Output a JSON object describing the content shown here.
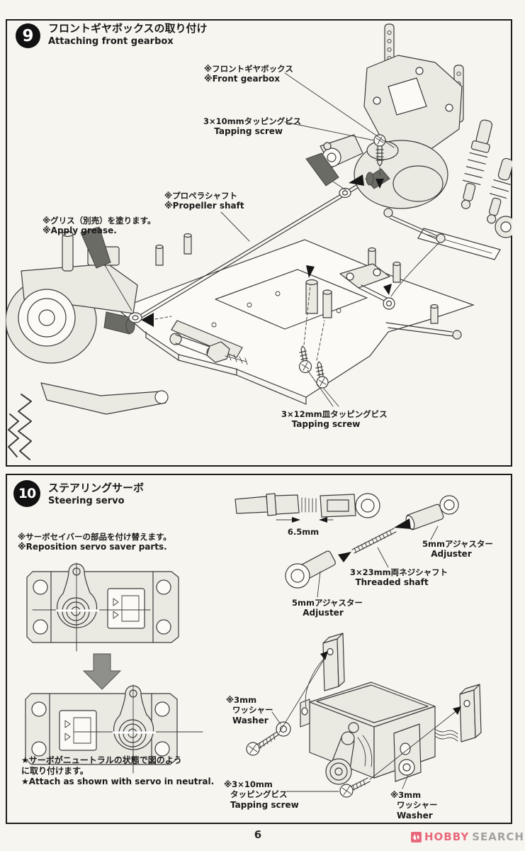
{
  "page": {
    "number": "6"
  },
  "footer": {
    "brand_hobby": "HOBBY",
    "brand_search": "SEARCH",
    "brand_color": "#e8697c",
    "search_color": "#a2a2a2"
  },
  "step9": {
    "number": "9",
    "title_jp": "フロントギヤボックスの取り付け",
    "title_en": "Attaching front gearbox",
    "front_gearbox_jp": "※フロントギヤボックス",
    "front_gearbox_en": "※Front gearbox",
    "screw310_jp": "3×10mmタッピングビス",
    "screw310_en": "Tapping screw",
    "propshaft_jp": "※プロペラシャフト",
    "propshaft_en": "※Propeller shaft",
    "grease_jp": "※グリス（別売）を塗ります。",
    "grease_en": "※Apply grease.",
    "screw312_jp": "3×12mm皿タッピングビス",
    "screw312_en": "Tapping screw"
  },
  "step10": {
    "number": "10",
    "title_jp": "ステアリングサーボ",
    "title_en": "Steering servo",
    "saver_note_jp": "※サーボセイバーの部品を付け替えます。",
    "saver_note_en": "※Reposition servo saver parts.",
    "dim_65": "6.5mm",
    "adjuster_jp": "5mmアジャスター",
    "adjuster_en": "Adjuster",
    "shaft_jp": "3×23mm両ネジシャフト",
    "shaft_en": "Threaded shaft",
    "washer_jp1": "※3mm",
    "washer_jp2": "ワッシャー",
    "washer_en": "Washer",
    "screw_jp1": "※3×10mm",
    "screw_jp2": "タッピングビス",
    "screw_en": "Tapping screw",
    "neutral_jp1": "★サーボがニュートラルの状態で図のよう",
    "neutral_jp2": "に取り付けます。",
    "neutral_en": "★Attach as shown with servo in neutral."
  }
}
